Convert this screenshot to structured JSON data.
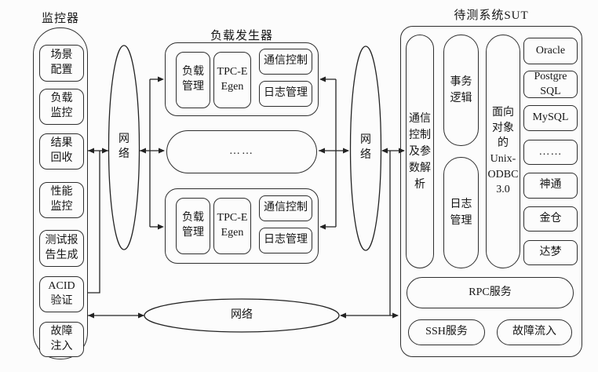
{
  "diagram": {
    "monitor": {
      "title": "监控器",
      "items": [
        "场景\n配置",
        "负载\n监控",
        "结果\n回收",
        "性能\n监控",
        "测试报\n告生成",
        "ACID\n验证",
        "故障\n注入"
      ]
    },
    "load_generator": {
      "title": "负载发生器",
      "load_mgmt": "负载\n管理",
      "tpce_egen": "TPC-E\nEgen",
      "comm_control": "通信控制",
      "log_mgmt": "日志管理",
      "ellipsis": "……"
    },
    "network": {
      "vertical": "网\n络",
      "horizontal": "网络"
    },
    "sut": {
      "title": "待测系统SUT",
      "comm_parse": "通信\n控制\n及参\n数解\n析",
      "transaction_logic": "事务\n逻辑",
      "log_mgmt": "日志\n管理",
      "odbc": "面向\n对象\n的\nUnix-\nODBC\n3.0",
      "databases": [
        "Oracle",
        "Postgre\nSQL",
        "MySQL",
        "……",
        "神通",
        "金仓",
        "达梦"
      ],
      "rpc": "RPC服务",
      "ssh": "SSH服务",
      "fault_inflow": "故障流入"
    }
  }
}
